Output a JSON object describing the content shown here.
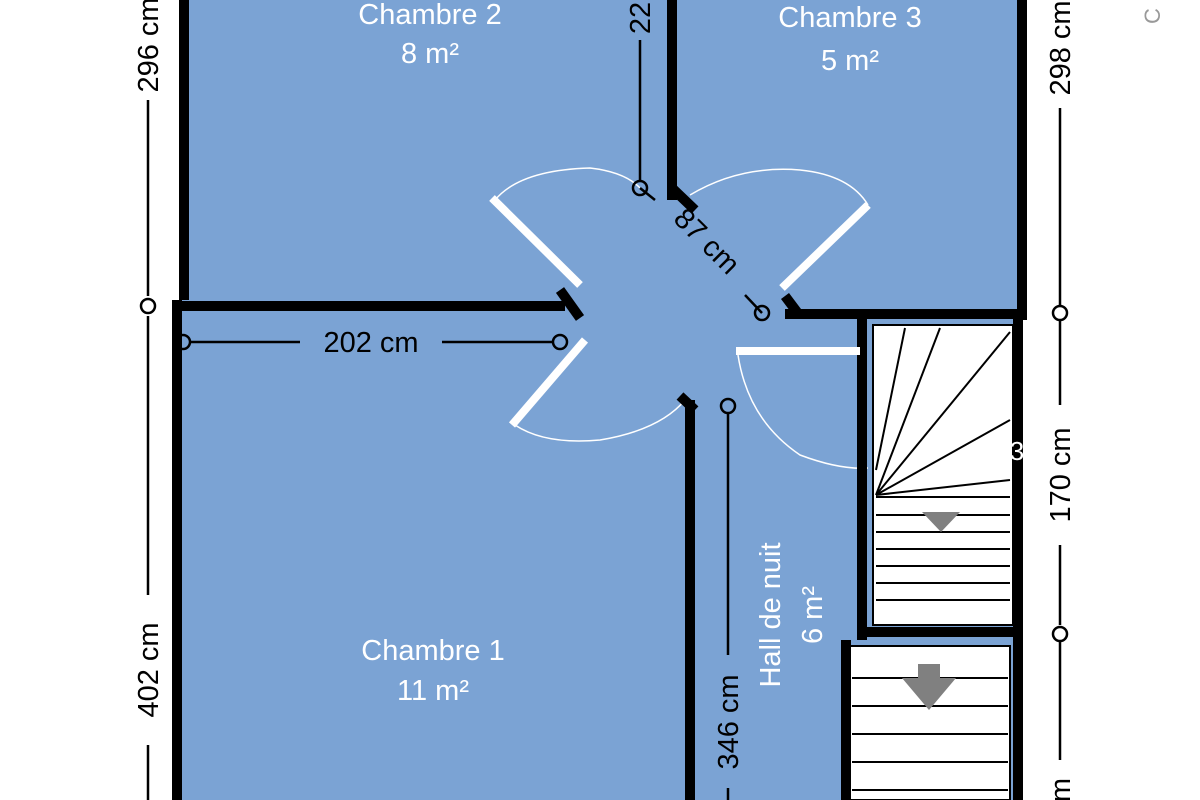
{
  "colors": {
    "floor": "#7ba3d4",
    "wall": "#000000",
    "room_text": "#ffffff",
    "dim_text": "#000000",
    "stairs": "#ffffff",
    "arrow": "#808080"
  },
  "rooms": {
    "chambre2": {
      "name": "Chambre 2",
      "area": "8 m²"
    },
    "chambre3": {
      "name": "Chambre 3",
      "area": "5 m²"
    },
    "chambre1": {
      "name": "Chambre 1",
      "area": "11 m²"
    },
    "hall": {
      "name": "Hall de nuit",
      "area": "6 m²"
    }
  },
  "dimensions": {
    "left_top": "296 cm",
    "left_bottom": "402 cm",
    "right_top": "298 cm",
    "right_middle": "170 cm",
    "chambre1_width": "202 cm",
    "door_diagonal": "87 cm",
    "hall_length": "346 cm",
    "top_partial": "22",
    "right_bottom_partial": "m",
    "stair_partial": "3",
    "corner_partial": "C"
  },
  "icons": {
    "stair_down_1": "arrow-down-icon",
    "stair_down_2": "arrow-down-icon"
  }
}
